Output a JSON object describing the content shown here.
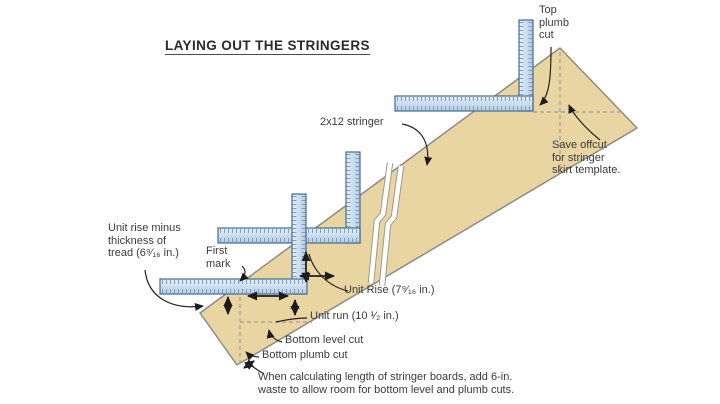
{
  "title": "LAYING OUT THE STRINGERS",
  "labels": {
    "top_plumb_cut": "Top\nplumb\ncut",
    "stringer": "2x12 stringer",
    "save_offcut": "Save offcut\nfor stringer\nskirt template.",
    "unit_rise_minus_tread": "Unit rise minus\nthickness of\ntread (6⁹⁄₁₆ in.)",
    "first_mark": "First\nmark",
    "unit_rise": "Unit Rise (7⁹⁄₁₆ in.)",
    "unit_run": "Unit run (10 ¹⁄₂ in.)",
    "bottom_level_cut": "Bottom level cut",
    "bottom_plumb_cut": "Bottom plumb cut",
    "caption": "When calculating length of stringer boards, add 6-in.\nwaste to allow room for bottom level and plumb cuts."
  },
  "colors": {
    "board": "#e8d5a2",
    "board_edge": "#8c8c84",
    "square_fill_light": "#e4eff8",
    "square_fill_dark": "#b3cde5",
    "square_border": "#46698c",
    "square_ticks": "#7ba0c0",
    "dashed_line": "#a0a096",
    "ink": "#222222"
  }
}
